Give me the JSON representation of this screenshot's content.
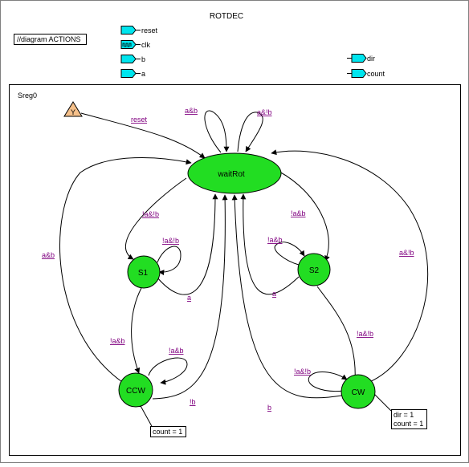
{
  "title": "ROTDEC",
  "actions_box": "//diagram ACTIONS",
  "inputs": [
    "reset",
    "clk",
    "b",
    "a"
  ],
  "outputs": [
    "dir",
    "count"
  ],
  "machine_name": "Sreg0",
  "reset_symbol": "Y",
  "colors": {
    "state_fill": "#22dd22",
    "port_fill": "#00e5ee",
    "reset_fill": "#f5c08a",
    "label": "#800080"
  },
  "states": [
    {
      "id": "waitRot",
      "label": "waitRot"
    },
    {
      "id": "S1",
      "label": "S1"
    },
    {
      "id": "S2",
      "label": "S2"
    },
    {
      "id": "CCW",
      "label": "CCW"
    },
    {
      "id": "CW",
      "label": "CW"
    }
  ],
  "transitions": [
    {
      "from": "reset",
      "to": "waitRot",
      "label": "reset"
    },
    {
      "from": "waitRot",
      "to": "waitRot",
      "label": "a&b"
    },
    {
      "from": "waitRot",
      "to": "waitRot",
      "label": "a&!b"
    },
    {
      "from": "waitRot",
      "to": "S1",
      "label": "!a&!b"
    },
    {
      "from": "waitRot",
      "to": "S2",
      "label": "!a&b"
    },
    {
      "from": "S1",
      "to": "S1",
      "label": "!a&!b"
    },
    {
      "from": "S2",
      "to": "S2",
      "label": "!a&b"
    },
    {
      "from": "S1",
      "to": "waitRot",
      "label": "a"
    },
    {
      "from": "S2",
      "to": "waitRot",
      "label": "a"
    },
    {
      "from": "S1",
      "to": "CCW",
      "label": "!a&b"
    },
    {
      "from": "S2",
      "to": "CW",
      "label": "!a&!b"
    },
    {
      "from": "CCW",
      "to": "CCW",
      "label": "!a&b"
    },
    {
      "from": "CW",
      "to": "CW",
      "label": "!a&!b"
    },
    {
      "from": "CCW",
      "to": "waitRot",
      "label": "!b"
    },
    {
      "from": "CW",
      "to": "waitRot",
      "label": "b"
    },
    {
      "from": "CCW",
      "to": "waitRot",
      "label": "a&b"
    },
    {
      "from": "CW",
      "to": "waitRot",
      "label": "a&!b"
    }
  ],
  "actions": {
    "CCW": [
      "count = 1"
    ],
    "CW": [
      "dir = 1",
      "count = 1"
    ]
  }
}
